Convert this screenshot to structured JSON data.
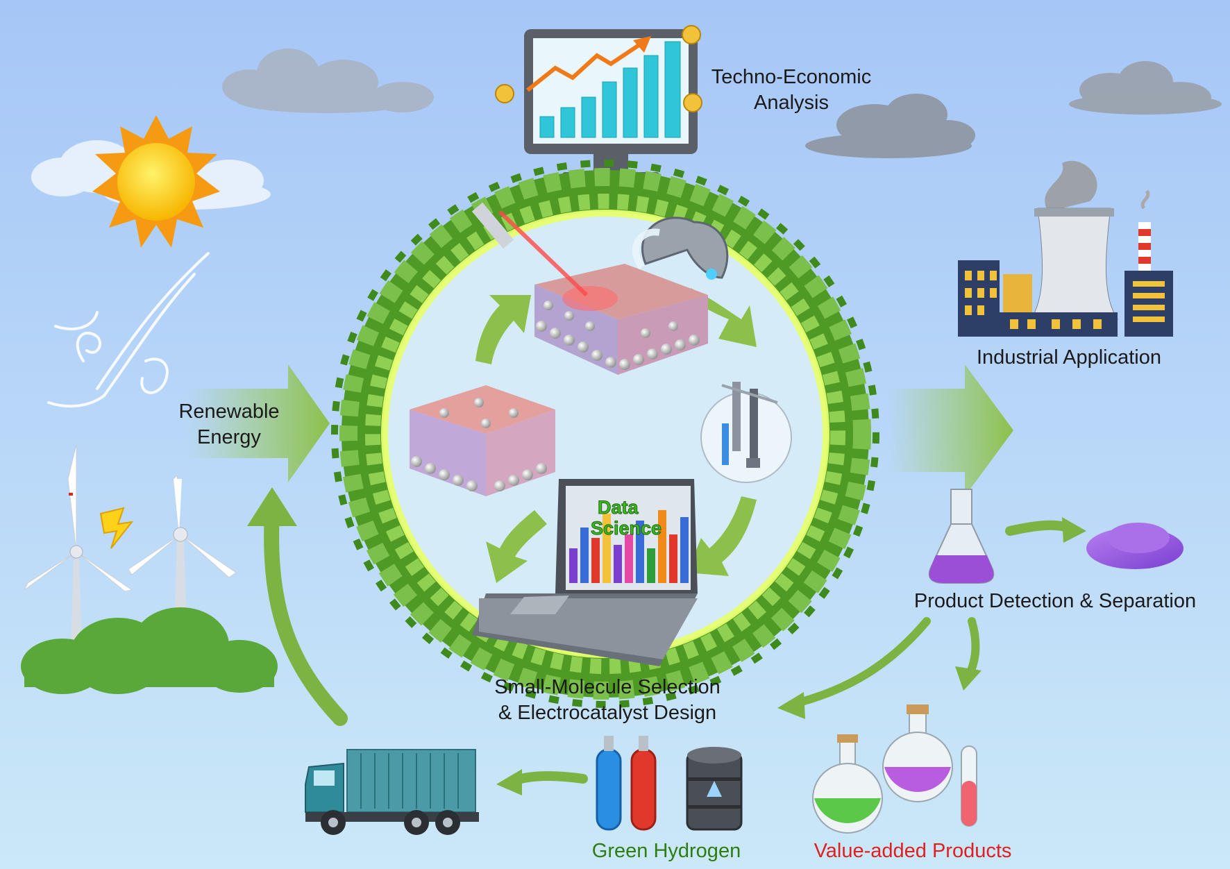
{
  "labels": {
    "techno_economic": [
      "Techno-Economic",
      "Analysis"
    ],
    "industrial": "Industrial Application",
    "renewable": [
      "Renewable",
      "Energy"
    ],
    "product_detection": "Product Detection & Separation",
    "small_molecule": [
      "Small-Molecule Selection",
      "& Electrocatalyst Design"
    ],
    "green_hydrogen": "Green Hydrogen",
    "value_added": "Value-added Products",
    "data_science": [
      "Data",
      "Science"
    ]
  },
  "colors": {
    "sky_top": "#a6c6f7",
    "sky_bottom": "#c8e6f8",
    "arrow_green": "#7cb342",
    "leaf_green": "#5aa32a",
    "label_text": "#1a1a1a",
    "green_hydrogen_text": "#2e7d12",
    "value_added_text": "#e02020"
  }
}
